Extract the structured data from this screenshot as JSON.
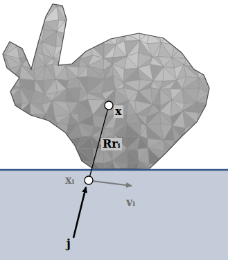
{
  "diagram": {
    "labels": [
      "x",
      "Rrᵢ",
      "xᵢ",
      "vᵢ",
      "j"
    ]
  }
}
